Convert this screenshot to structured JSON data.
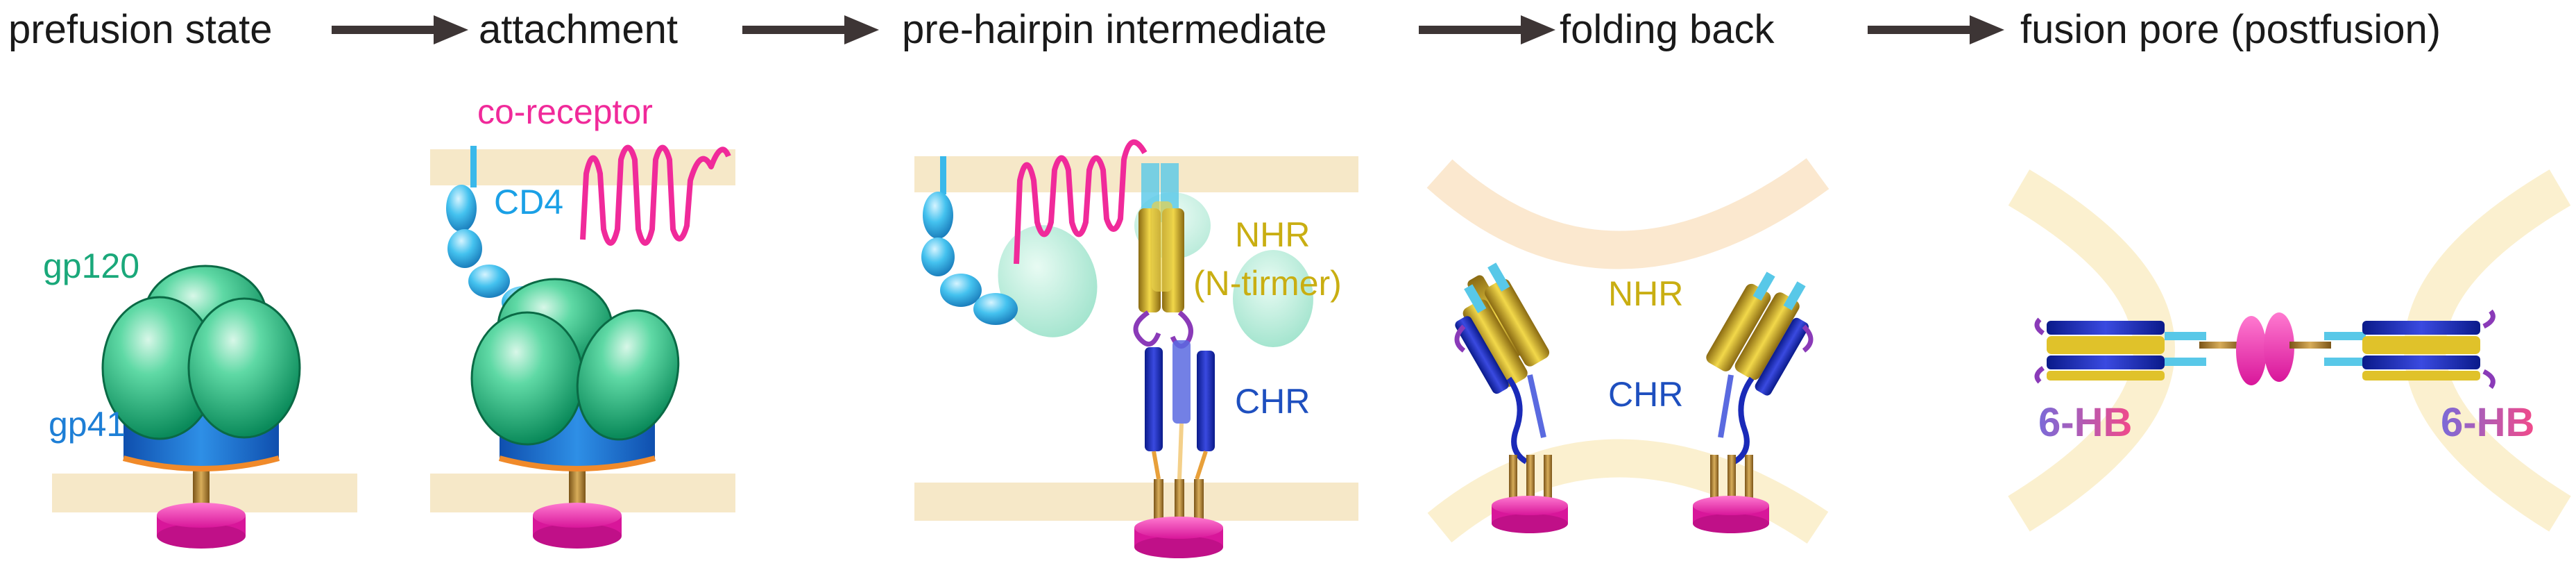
{
  "steps": [
    {
      "label": "prefusion state"
    },
    {
      "label": "attachment"
    },
    {
      "label": "pre-hairpin intermediate"
    },
    {
      "label": "folding back"
    },
    {
      "label": "fusion pore (postfusion)"
    }
  ],
  "labels": {
    "gp120": "gp120",
    "gp41": "gp41",
    "cd4": "CD4",
    "coreceptor": "co-receptor",
    "nhr": "NHR",
    "ntrimer": "(N-tirmer)",
    "chr": "CHR",
    "nhr2": "NHR",
    "chr2": "CHR",
    "hb_left": "6-HB",
    "hb_right": "6-HB"
  },
  "colors": {
    "text": "#1a1a1a",
    "arrow": "#3d3535",
    "membrane": "#f6e8c8",
    "gp120": "#1fc08a",
    "gp41": "#1e7fd6",
    "cd4": "#3ab8ea",
    "coreceptor": "#f02a9a",
    "nhr": "#d8c21a",
    "chr": "#1a2ab8",
    "anchor": "#ee3aa8",
    "stalk": "#b8862e",
    "loop": "#8a3ab8",
    "hb_gradient_start": "#7a6ad8",
    "hb_gradient_end": "#f24a8a"
  }
}
